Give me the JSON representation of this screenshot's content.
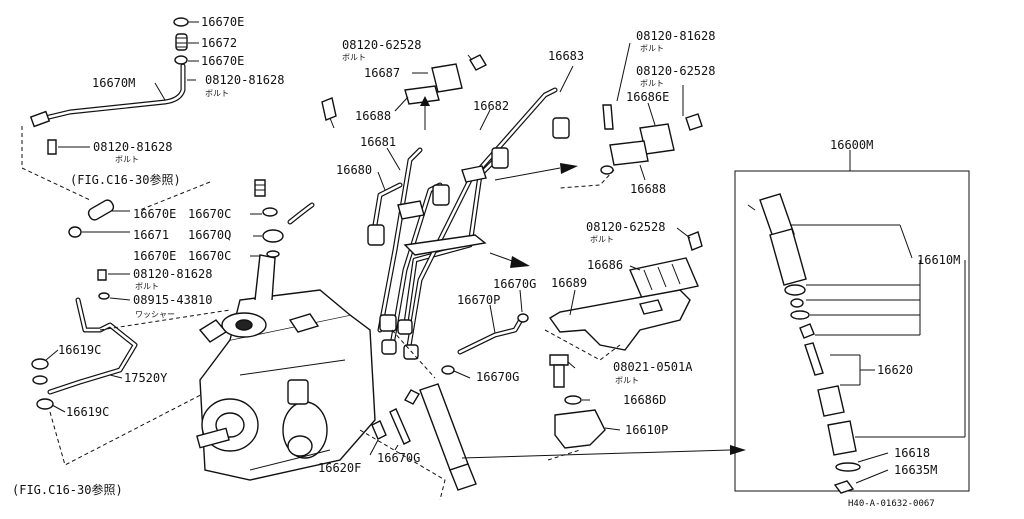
{
  "labels": {
    "p16670E_top": "16670E",
    "p16672": "16672",
    "p16670E_b": "16670E",
    "p16670M": "16670M",
    "p08120_81628_a": "08120-81628",
    "bolt_a": "ボルト",
    "p08120_81628_b": "08120-81628",
    "bolt_b": "ボルト",
    "fig_ref_top": "(FIG.C16-30参照)",
    "p16670E_c": "16670E",
    "p16670C_a": "16670C",
    "p16671": "16671",
    "p16670Q": "16670Q",
    "p16670E_d": "16670E",
    "p16670C_b": "16670C",
    "p08120_81628_c": "08120-81628",
    "bolt_c": "ボルト",
    "p08915_43810": "08915-43810",
    "washer": "ワッシャー",
    "p16619C_a": "16619C",
    "p17520Y": "17520Y",
    "p16619C_b": "16619C",
    "fig_ref_bottom": "(FIG.C16-30参照)",
    "p16620F": "16620F",
    "p16670G_a": "16670G",
    "p08120_62528_a": "08120-62528",
    "bolt_d": "ボルト",
    "p16687": "16687",
    "p16688_a": "16688",
    "p16681": "16681",
    "p16680": "16680",
    "p16683": "16683",
    "p16682": "16682",
    "p08120_81628_d": "08120-81628",
    "bolt_e": "ボルト",
    "p08120_62528_b": "08120-62528",
    "bolt_f": "ボルト",
    "p16686E": "16686E",
    "p16688_b": "16688",
    "p08120_62528_c": "08120-62528",
    "bolt_g": "ボルト",
    "p16686": "16686",
    "p16689": "16689",
    "p16670G_b": "16670G",
    "p16670P": "16670P",
    "p16670G_c": "16670G",
    "p08021_0501A": "08021-0501A",
    "bolt_h": "ボルト",
    "p16686D": "16686D",
    "p16610P": "16610P",
    "p16600M": "16600M",
    "p16610M": "16610M",
    "p16620": "16620",
    "p16618": "16618",
    "p16635M": "16635M",
    "drawing_code": "H40-A-01632-0067"
  }
}
